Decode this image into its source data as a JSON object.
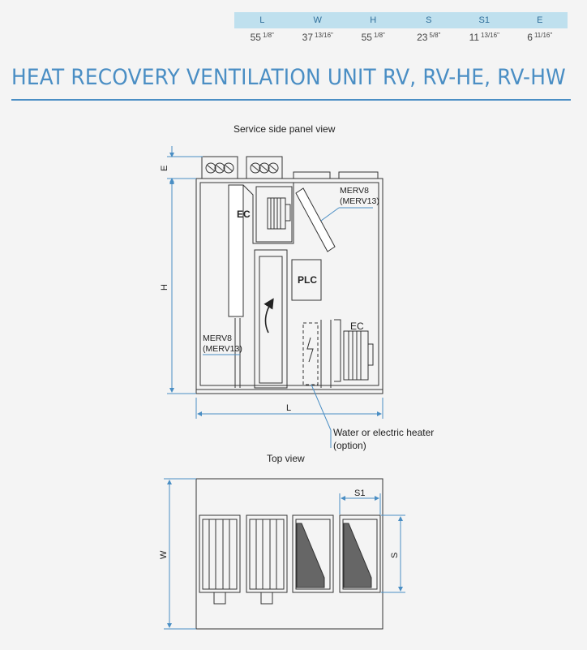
{
  "dimensions": {
    "headers": [
      "L",
      "W",
      "H",
      "S",
      "S1",
      "E"
    ],
    "values": [
      {
        "whole": "55",
        "frac": "1/8\""
      },
      {
        "whole": "37",
        "frac": "13/16\""
      },
      {
        "whole": "55",
        "frac": "1/8\""
      },
      {
        "whole": "23",
        "frac": "5/8\""
      },
      {
        "whole": "11",
        "frac": "13/16\""
      },
      {
        "whole": "6",
        "frac": "11/16\""
      }
    ]
  },
  "title": "HEAT RECOVERY VENTILATION UNIT RV, RV-HE, RV-HW",
  "colors": {
    "accent": "#4a8ec4",
    "table_header": "#bfe0ee",
    "dim_line": "#4a8ec4"
  },
  "side_view": {
    "caption": "Service side panel view",
    "dim_e": "E",
    "dim_h": "H",
    "dim_l": "L",
    "fan_top": "EC",
    "fan_bottom": "EC",
    "filter_top_a": "MERV8",
    "filter_top_b": "(MERV13)",
    "filter_left_a": "MERV8",
    "filter_left_b": "(MERV13)",
    "controller": "PLC",
    "heater_a": "Water or electric heater",
    "heater_b": "(option)"
  },
  "top_view": {
    "caption": "Top view",
    "dim_w": "W",
    "dim_s": "S",
    "dim_s1": "S1"
  }
}
